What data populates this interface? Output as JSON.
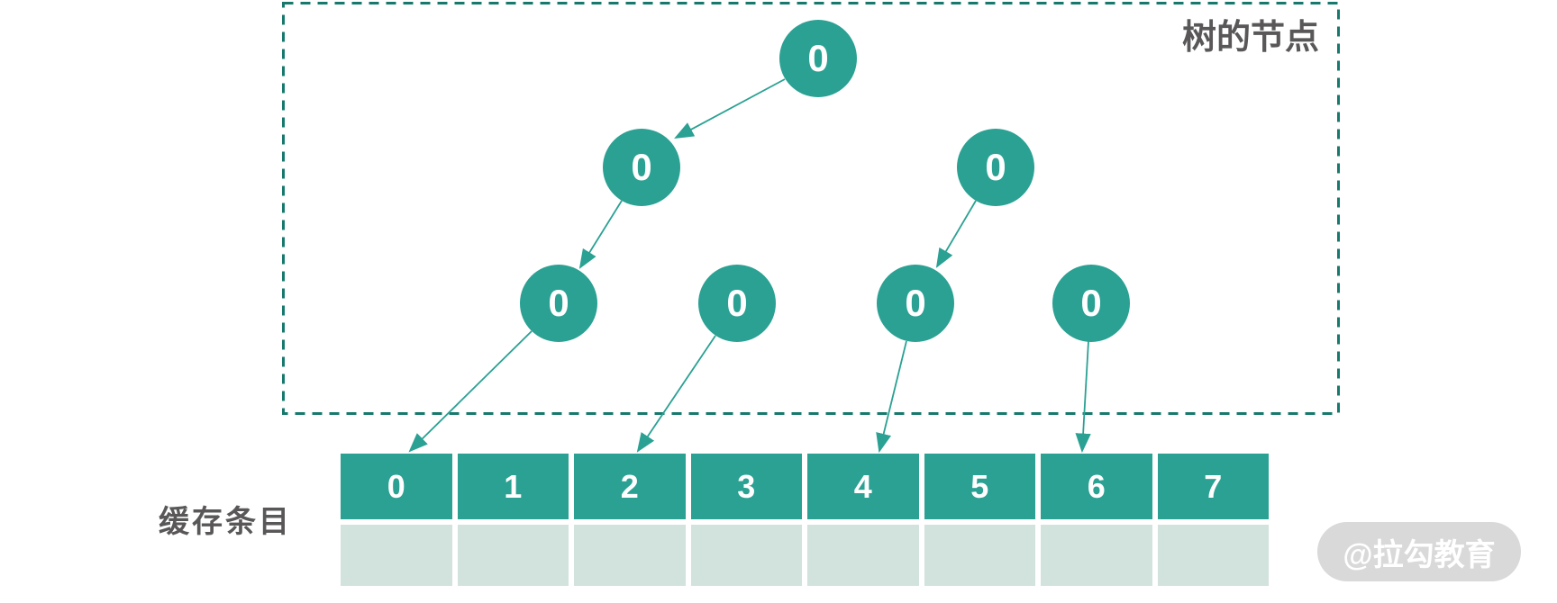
{
  "diagram": {
    "title_region": "binary tree nodes pointing to cache entry slots",
    "colors": {
      "node_teal": "#2aa193",
      "dash_border_teal": "#17796d",
      "cell_light": "#d2e2dd",
      "label_gray": "#595757",
      "watermark_bg": "#d9d9d9",
      "watermark_text": "#ffffff",
      "node_text": "#ffffff"
    },
    "tree": {
      "label": "树的节点",
      "nodes": [
        {
          "id": "root",
          "value": "0"
        },
        {
          "id": "mid-left",
          "value": "0"
        },
        {
          "id": "mid-right",
          "value": "0"
        },
        {
          "id": "leaf-1",
          "value": "0"
        },
        {
          "id": "leaf-2",
          "value": "0"
        },
        {
          "id": "leaf-3",
          "value": "0"
        },
        {
          "id": "leaf-4",
          "value": "0"
        }
      ],
      "edges": [
        {
          "from": "root",
          "to": "mid-left"
        },
        {
          "from": "mid-left",
          "to": "leaf-1"
        },
        {
          "from": "mid-right",
          "to": "leaf-3"
        }
      ]
    },
    "cache": {
      "label": "缓存条目",
      "cells": [
        "0",
        "1",
        "2",
        "3",
        "4",
        "5",
        "6",
        "7"
      ],
      "pointers": [
        {
          "from": "leaf-1",
          "to_cell": "0"
        },
        {
          "from": "leaf-2",
          "to_cell": "2"
        },
        {
          "from": "leaf-3",
          "to_cell": "4"
        },
        {
          "from": "leaf-4",
          "to_cell": "6"
        }
      ]
    },
    "watermark": "@拉勾教育"
  }
}
